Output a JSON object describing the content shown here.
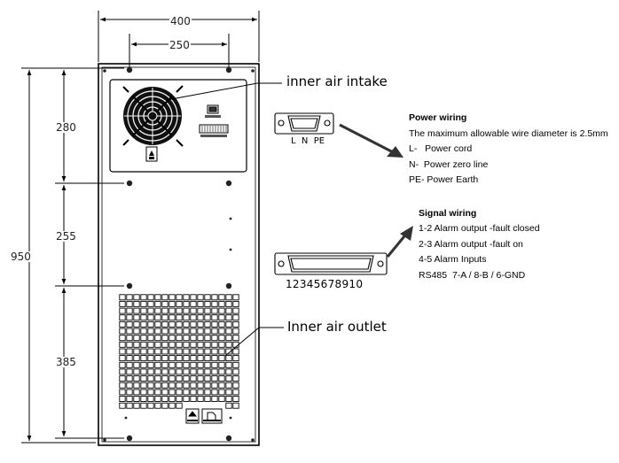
{
  "dimensions": {
    "width_overall": "400",
    "width_holes": "250",
    "height_overall": "950",
    "segment_top": "280",
    "segment_mid": "255",
    "segment_bottom": "385"
  },
  "callouts": {
    "intake": "inner air intake",
    "outlet": "Inner air outlet"
  },
  "power_connector_pins": "L  N  PE",
  "signal_connector_pins": "12345678910",
  "power_wiring": {
    "title": "Power wiring",
    "lines": [
      "The maximum allowable wire diameter is 2.5mm",
      "L-   Power cord",
      "N-  Power zero line",
      "PE- Power Earth"
    ]
  },
  "signal_wiring": {
    "title": "Signal wiring",
    "lines": [
      "1-2 Alarm output -fault closed",
      "2-3 Alarm output -fault on",
      "4-5 Alarm Inputs",
      "RS485  7-A / 8-B / 6-GND"
    ]
  }
}
